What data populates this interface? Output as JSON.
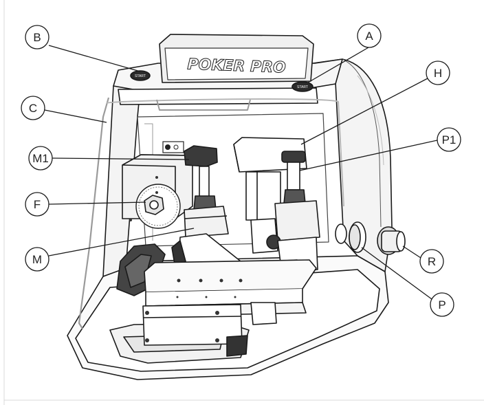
{
  "brand": "POKER PRO",
  "start_button_label": "START",
  "callouts": [
    {
      "id": "B",
      "label": "B"
    },
    {
      "id": "A",
      "label": "A"
    },
    {
      "id": "H",
      "label": "H"
    },
    {
      "id": "C",
      "label": "C"
    },
    {
      "id": "P1",
      "label": "P1"
    },
    {
      "id": "M1",
      "label": "M1"
    },
    {
      "id": "F",
      "label": "F"
    },
    {
      "id": "R",
      "label": "R"
    },
    {
      "id": "M",
      "label": "M"
    },
    {
      "id": "P",
      "label": "P"
    }
  ]
}
